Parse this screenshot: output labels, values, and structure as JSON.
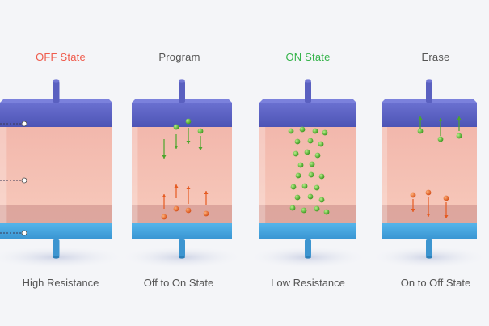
{
  "colors": {
    "state_off": "#ef5b4c",
    "state_on": "#34b34a",
    "label_default": "#555555",
    "top_electrode": "#5d64c6",
    "bottom_electrode": "#44a5e0",
    "oxide_layer": "#f4b6a6",
    "ion_green": "#58c232",
    "ion_orange": "#ef6a28"
  },
  "panels": [
    {
      "state_label": "OFF State",
      "state_color": "state_off",
      "caption": "High Resistance"
    },
    {
      "state_label": "Program",
      "state_color": "label_default",
      "caption": "Off to On State"
    },
    {
      "state_label": "ON State",
      "state_color": "state_on",
      "caption": "Low Resistance"
    },
    {
      "state_label": "Erase",
      "state_color": "label_default",
      "caption": "On to Off State"
    }
  ]
}
